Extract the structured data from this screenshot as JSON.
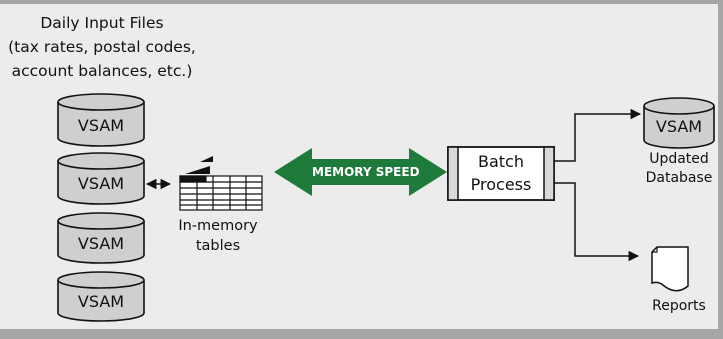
{
  "input_files": {
    "title": "Daily Input Files",
    "subtitle_line1": "(tax rates, postal codes,",
    "subtitle_line2": "account balances, etc.)"
  },
  "cylinders": {
    "vsam_1": "VSAM",
    "vsam_2": "VSAM",
    "vsam_3": "VSAM",
    "vsam_4": "VSAM",
    "vsam_output": "VSAM"
  },
  "tables": {
    "label_line1": "In-memory",
    "label_line2": "tables"
  },
  "speed_arrow": {
    "label": "MEMORY SPEED",
    "color": "#1d7a3a"
  },
  "batch": {
    "line1": "Batch",
    "line2": "Process"
  },
  "outputs": {
    "database_line1": "Updated",
    "database_line2": "Database",
    "reports": "Reports"
  },
  "colors": {
    "background": "#ececec",
    "cylinder_fill": "#cfcfcf",
    "border": "#a6a6a6"
  }
}
